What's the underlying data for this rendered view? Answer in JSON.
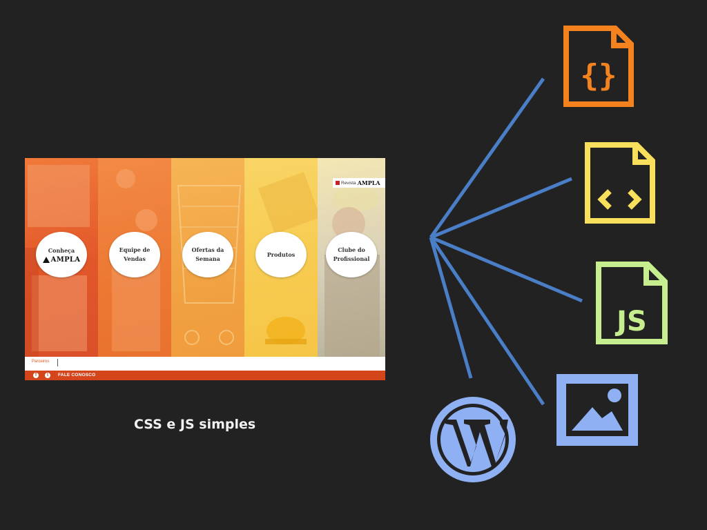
{
  "slide": {
    "background": "#222222",
    "caption": "CSS e JS simples"
  },
  "screenshot": {
    "panels": [
      {
        "label": "Conheça",
        "brand": "AMPLA",
        "color": "#e8652a"
      },
      {
        "label": "Equipe de Vendas",
        "color": "#ef7e33"
      },
      {
        "label": "Ofertas da Semana",
        "color": "#f3a544"
      },
      {
        "label": "Produtos",
        "color": "#f8cd52"
      },
      {
        "label": "Clube do Profissional",
        "color": "#d9d2bf"
      }
    ],
    "revista_label": "Revista",
    "revista_brand": "AMPLA",
    "partners_label": "Parceiros",
    "footer_label": "FALE CONOSCO",
    "accent": "#d4451c"
  },
  "diagram": {
    "line_color": "#4a7ec7",
    "icons": [
      {
        "name": "css-file-icon",
        "color": "#f4821f"
      },
      {
        "name": "html-file-icon",
        "color": "#f8df5c"
      },
      {
        "name": "js-file-icon",
        "color": "#c6ee8f",
        "text": "JS"
      },
      {
        "name": "image-icon",
        "color": "#8fb1f3"
      },
      {
        "name": "wordpress-icon",
        "color": "#8fb1f3"
      }
    ]
  }
}
